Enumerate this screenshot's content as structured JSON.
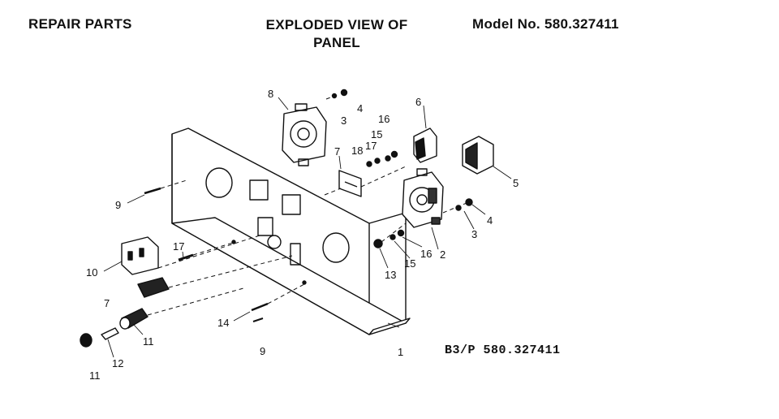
{
  "header": {
    "left": "REPAIR PARTS",
    "center_line1": "EXPLODED VIEW OF",
    "center_line2": "PANEL",
    "right": "Model No. 580.327411"
  },
  "footer_ref": "B3/P 580.327411",
  "callouts": {
    "c1": "1",
    "c2": "2",
    "c3a": "3",
    "c3b": "3",
    "c4a": "4",
    "c4b": "4",
    "c5": "5",
    "c6": "6",
    "c7a": "7",
    "c7b": "7",
    "c8": "8",
    "c9a": "9",
    "c9b": "9",
    "c10": "10",
    "c11a": "11",
    "c11b": "11",
    "c12": "12",
    "c13": "13",
    "c14": "14",
    "c15a": "15",
    "c15b": "15",
    "c16a": "16",
    "c16b": "16",
    "c17a": "17",
    "c17b": "17",
    "c18": "18"
  }
}
